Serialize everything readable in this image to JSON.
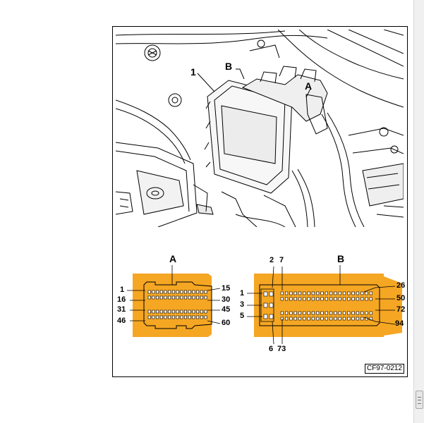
{
  "figure": {
    "callouts": {
      "item_1": "1",
      "item_b": "B",
      "item_a": "A"
    },
    "connector_a": {
      "title": "A",
      "pin_labels": {
        "left": [
          "1",
          "16",
          "31",
          "46"
        ],
        "right": [
          "15",
          "30",
          "45",
          "60"
        ]
      },
      "color": "#f5a623"
    },
    "connector_b": {
      "title": "B",
      "pin_labels": {
        "left": [
          "1",
          "3",
          "5"
        ],
        "top": [
          "2",
          "7"
        ],
        "bottom": [
          "6",
          "73"
        ],
        "right": [
          "26",
          "50",
          "72",
          "94"
        ]
      },
      "color": "#f5a623"
    },
    "reference_code": "CF97-0212"
  },
  "scrollbar": {
    "thumb_icon": "grip-icon"
  }
}
